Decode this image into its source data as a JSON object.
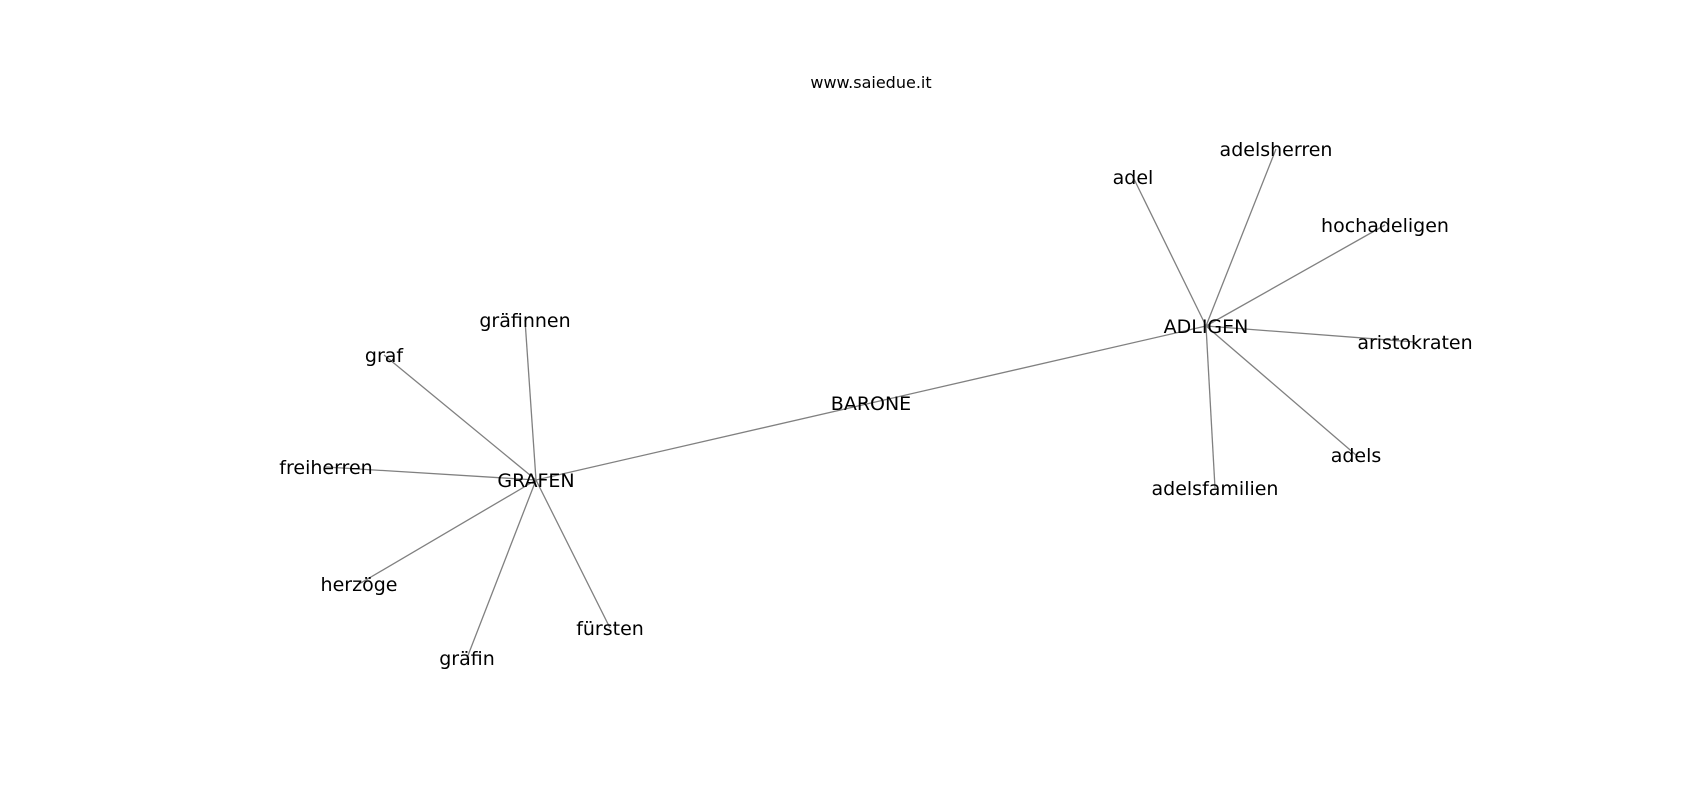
{
  "watermark": "www.saiedue.it",
  "colors": {
    "background": "#ffffff",
    "edge": "#808080",
    "text": "#000000"
  },
  "nodes": [
    {
      "id": "barone",
      "label": "BARONE"
    },
    {
      "id": "grafen",
      "label": "GRAFEN"
    },
    {
      "id": "adligen",
      "label": "ADLIGEN"
    },
    {
      "id": "graefinnen",
      "label": "gräfinnen"
    },
    {
      "id": "graf",
      "label": "graf"
    },
    {
      "id": "freiherren",
      "label": "freiherren"
    },
    {
      "id": "herzoege",
      "label": "herzöge"
    },
    {
      "id": "graefin",
      "label": "gräfin"
    },
    {
      "id": "fuersten",
      "label": "fürsten"
    },
    {
      "id": "adel",
      "label": "adel"
    },
    {
      "id": "adelsherren",
      "label": "adelsherren"
    },
    {
      "id": "hochadeligen",
      "label": "hochadeligen"
    },
    {
      "id": "aristokraten",
      "label": "aristokraten"
    },
    {
      "id": "adels",
      "label": "adels"
    },
    {
      "id": "adelsfamilien",
      "label": "adelsfamilien"
    }
  ],
  "edges": [
    [
      "barone",
      "grafen"
    ],
    [
      "barone",
      "adligen"
    ],
    [
      "grafen",
      "graefinnen"
    ],
    [
      "grafen",
      "graf"
    ],
    [
      "grafen",
      "freiherren"
    ],
    [
      "grafen",
      "herzoege"
    ],
    [
      "grafen",
      "graefin"
    ],
    [
      "grafen",
      "fuersten"
    ],
    [
      "adligen",
      "adel"
    ],
    [
      "adligen",
      "adelsherren"
    ],
    [
      "adligen",
      "hochadeligen"
    ],
    [
      "adligen",
      "aristokraten"
    ],
    [
      "adligen",
      "adels"
    ],
    [
      "adligen",
      "adelsfamilien"
    ]
  ]
}
